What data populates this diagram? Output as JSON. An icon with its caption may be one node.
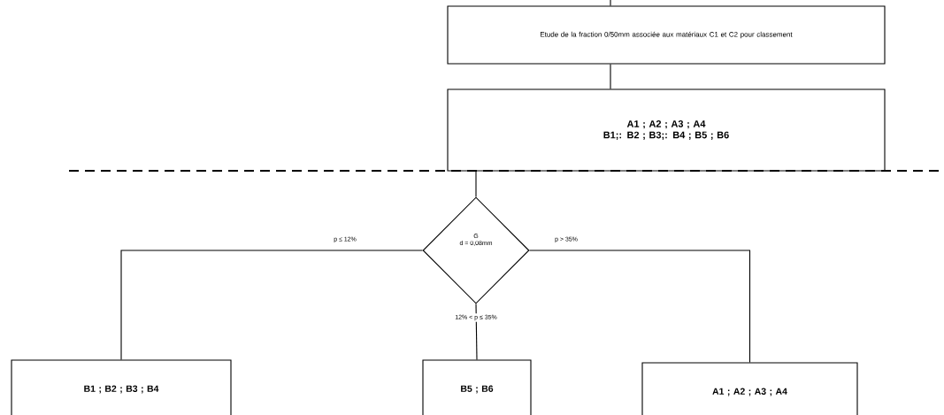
{
  "diagram": {
    "nodes": [
      {
        "text": [
          "Etude de la fraction 0/50mm associée aux matériaux C1 et C2 pour classement"
        ]
      },
      {
        "text": [
          "A1 ; A2 ; A3 ; A4",
          "B1;: B2 ; B3;: B4 ; B5 ; B6"
        ]
      },
      {
        "text": [
          "G",
          "d = 0,08mm"
        ]
      },
      {
        "text": [
          "B1 ; B2 ; B3 ; B4"
        ]
      },
      {
        "text": [
          "B5 ; B6"
        ]
      },
      {
        "text": [
          "A1 ; A2 ; A3 ; A4"
        ]
      }
    ],
    "edges": [
      {
        "from": null,
        "to": 0,
        "arrow": "none"
      },
      {
        "from": 0,
        "to": 1,
        "arrow": "none"
      },
      {
        "from": 1,
        "to": 2,
        "arrow": "none"
      },
      {
        "from": 2,
        "to": 3,
        "arrow": "none",
        "label": "p ≤ 12%"
      },
      {
        "from": 2,
        "to": 4,
        "arrow": "none",
        "label": "12% < p ≤ 35%"
      },
      {
        "from": 2,
        "to": 5,
        "arrow": "none",
        "label": "p > 35%"
      }
    ]
  }
}
